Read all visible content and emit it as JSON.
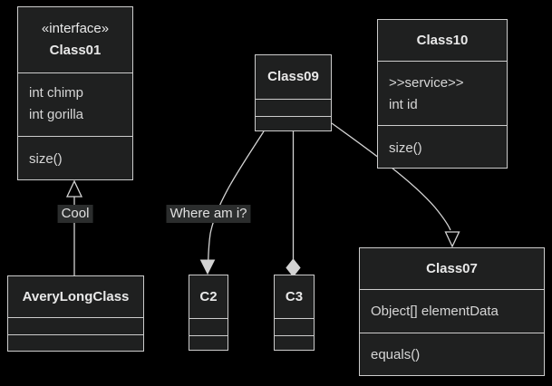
{
  "diagram": {
    "classes": {
      "class01": {
        "stereotype": "«interface»",
        "name": "Class01",
        "members": [
          "int chimp",
          "int gorilla"
        ],
        "methods": [
          "size()"
        ]
      },
      "class09": {
        "name": "Class09",
        "members": [],
        "methods": []
      },
      "class10": {
        "name": "Class10",
        "members": [
          ">>service>>",
          "int id"
        ],
        "methods": [
          "size()"
        ]
      },
      "class07": {
        "name": "Class07",
        "members": [
          "Object[] elementData"
        ],
        "methods": [
          "equals()"
        ]
      },
      "averylongclass": {
        "name": "AveryLongClass",
        "members": [],
        "methods": []
      },
      "c2": {
        "name": "C2"
      },
      "c3": {
        "name": "C3"
      }
    },
    "edge_labels": {
      "cool": "Cool",
      "where": "Where am i?"
    },
    "relationships": [
      {
        "from": "AveryLongClass",
        "to": "Class01",
        "type": "inheritance",
        "arrow": "hollow-triangle-at-Class01",
        "label": "Cool"
      },
      {
        "from": "Class09",
        "to": "C2",
        "type": "association",
        "arrow": "open-arrow-at-C2",
        "label": "Where am i?"
      },
      {
        "from": "Class09",
        "to": "C3",
        "type": "composition",
        "arrow": "filled-diamond-at-C3",
        "label": ""
      },
      {
        "from": "Class09",
        "to": "Class07",
        "type": "inheritance",
        "arrow": "hollow-triangle-at-Class07",
        "label": ""
      }
    ]
  },
  "colors": {
    "background": "#000000",
    "node_fill": "#1f2020",
    "node_border": "#cccccc",
    "title_text": "#e9e9e9",
    "member_text": "#d6d6d6",
    "line_color": "#d3d3d3",
    "label_bg": "#2b2d2d",
    "label_text": "#e0e0e0"
  }
}
